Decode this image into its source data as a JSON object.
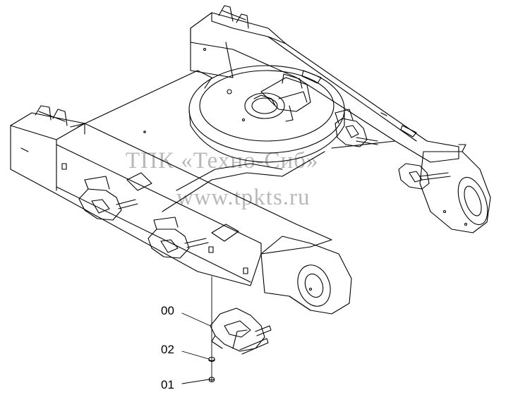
{
  "watermark": {
    "line1": "ТПК «Техно-Сиб»",
    "line2": "www.tpkts.ru"
  },
  "callouts": [
    {
      "id": "00",
      "label": "00"
    },
    {
      "id": "02",
      "label": "02"
    },
    {
      "id": "01",
      "label": "01"
    }
  ],
  "colors": {
    "line": "#000000",
    "background": "#ffffff",
    "watermark": "#9a9a9a"
  }
}
